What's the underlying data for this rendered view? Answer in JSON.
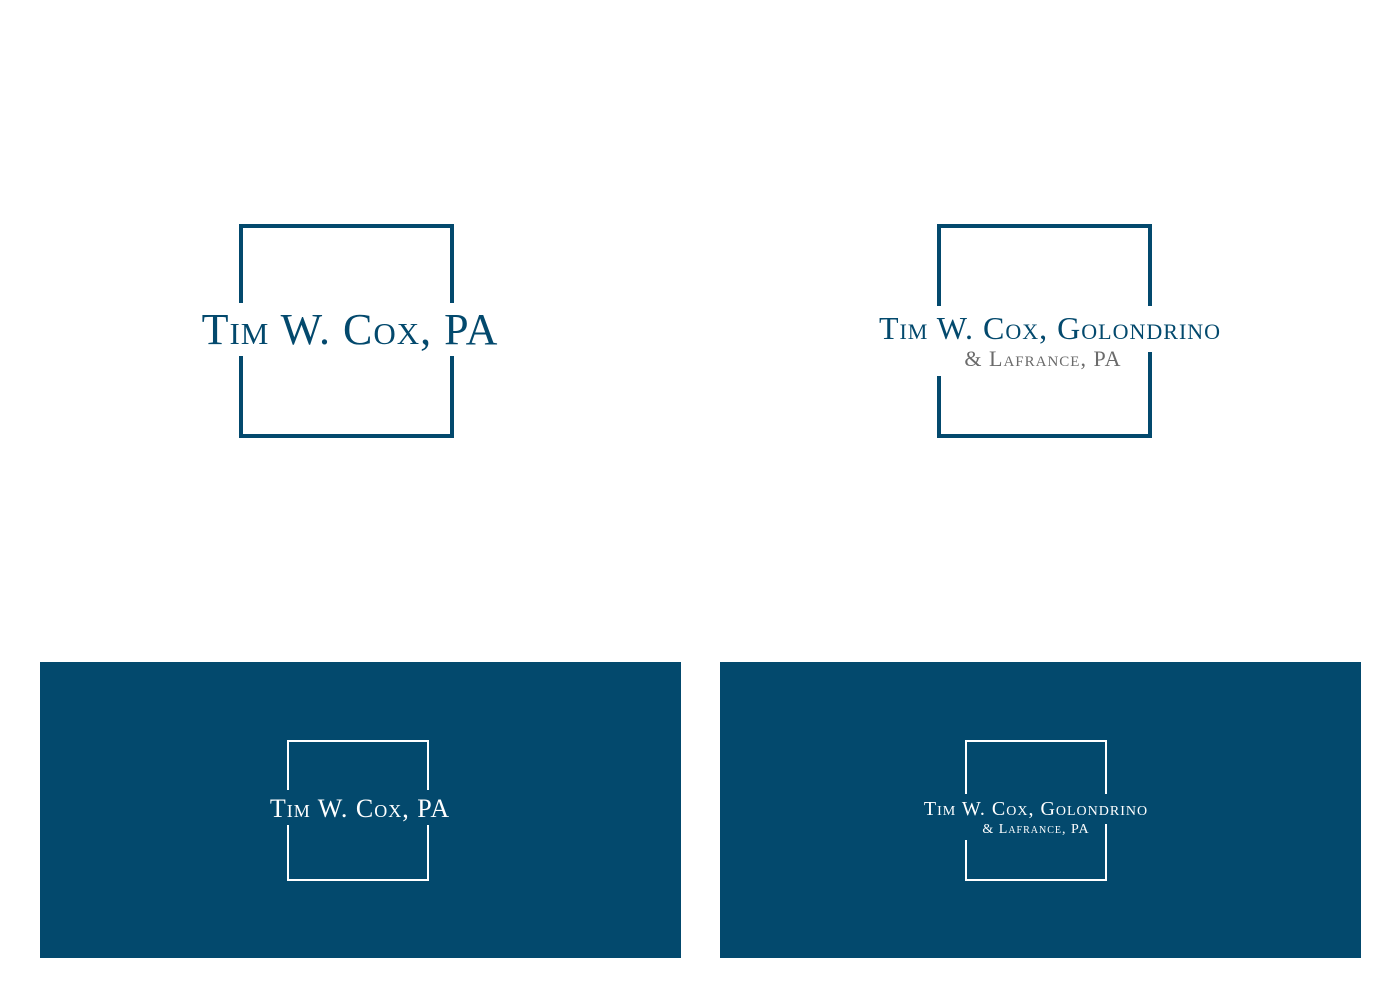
{
  "colors": {
    "navy": "#03496d",
    "grey": "#6b6b6b",
    "white": "#ffffff"
  },
  "logos": [
    {
      "variant": "light",
      "line1": "Tim W. Cox, PA",
      "line2": ""
    },
    {
      "variant": "light",
      "line1": "Tim W. Cox, Golondrino",
      "line2": "& Lafrance, PA"
    },
    {
      "variant": "dark",
      "line1": "Tim W. Cox, PA",
      "line2": ""
    },
    {
      "variant": "dark",
      "line1": "Tim W. Cox, Golondrino",
      "line2": "& Lafrance, PA"
    }
  ]
}
